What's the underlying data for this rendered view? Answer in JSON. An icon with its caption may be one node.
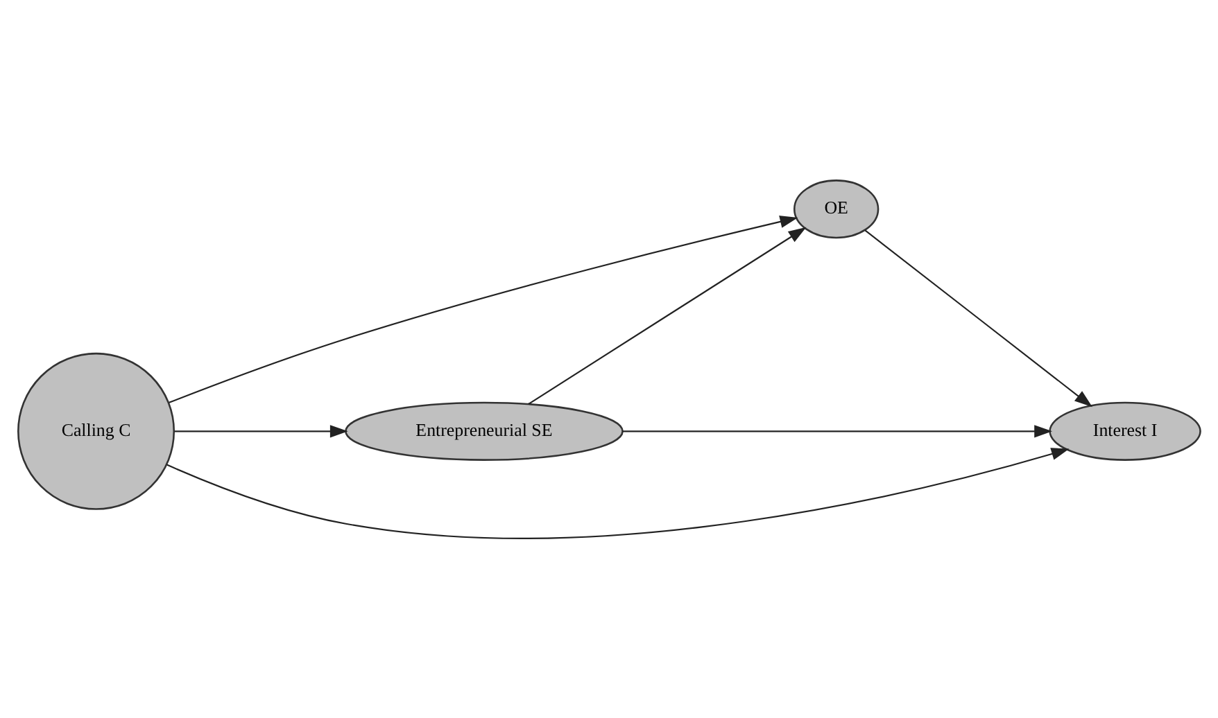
{
  "diagram": {
    "nodes": [
      {
        "text": [
          "Calling C"
        ]
      },
      {
        "text": [
          "Entrepreneurial SE"
        ]
      },
      {
        "text": [
          "OE"
        ]
      },
      {
        "text": [
          "Interest I"
        ]
      }
    ],
    "edges": [
      {
        "from": 0,
        "to": 1,
        "arrow": "to"
      },
      {
        "from": 0,
        "to": 3,
        "arrow": "to"
      },
      {
        "from": 0,
        "to": 2,
        "arrow": "to"
      },
      {
        "from": 1,
        "to": 2,
        "arrow": "to"
      },
      {
        "from": 1,
        "to": 3,
        "arrow": "to"
      },
      {
        "from": 2,
        "to": 3,
        "arrow": "to"
      }
    ]
  }
}
